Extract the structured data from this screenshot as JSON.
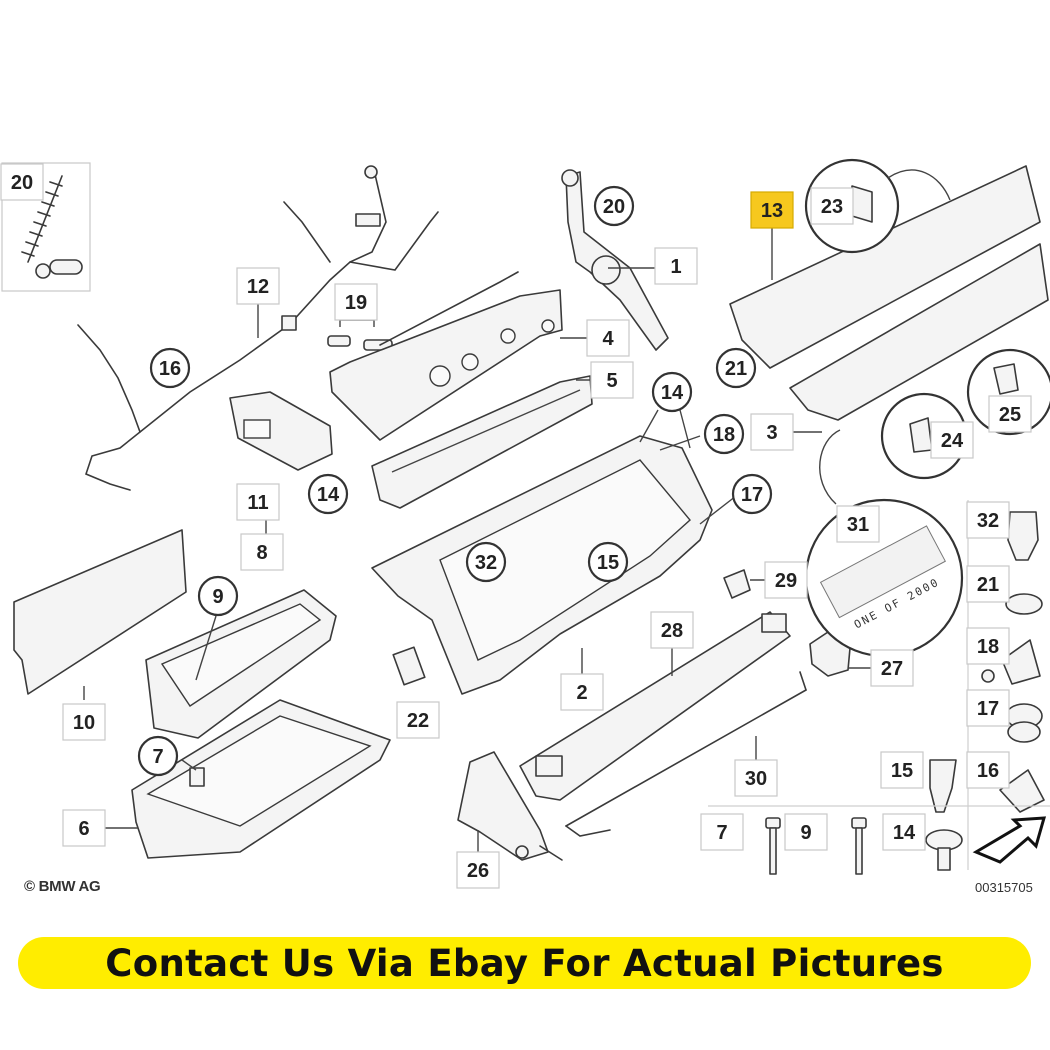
{
  "figure": {
    "labels": [
      {
        "id": "l20a",
        "text": "20",
        "style": "box"
      },
      {
        "id": "l12",
        "text": "12",
        "style": "box"
      },
      {
        "id": "l16a",
        "text": "16",
        "style": "circle"
      },
      {
        "id": "l19",
        "text": "19",
        "style": "box"
      },
      {
        "id": "l20b",
        "text": "20",
        "style": "circle"
      },
      {
        "id": "l1",
        "text": "1",
        "style": "box"
      },
      {
        "id": "l13",
        "text": "13",
        "style": "highlight"
      },
      {
        "id": "l23",
        "text": "23",
        "style": "box"
      },
      {
        "id": "l4",
        "text": "4",
        "style": "box"
      },
      {
        "id": "l5",
        "text": "5",
        "style": "box"
      },
      {
        "id": "l21a",
        "text": "21",
        "style": "circle"
      },
      {
        "id": "l25",
        "text": "25",
        "style": "box"
      },
      {
        "id": "l14a",
        "text": "14",
        "style": "circle"
      },
      {
        "id": "l3",
        "text": "3",
        "style": "box"
      },
      {
        "id": "l24",
        "text": "24",
        "style": "box"
      },
      {
        "id": "l18a",
        "text": "18",
        "style": "circle"
      },
      {
        "id": "l11",
        "text": "11",
        "style": "box"
      },
      {
        "id": "l14b",
        "text": "14",
        "style": "circle"
      },
      {
        "id": "l17a",
        "text": "17",
        "style": "circle"
      },
      {
        "id": "l31",
        "text": "31",
        "style": "box"
      },
      {
        "id": "l32a",
        "text": "32",
        "style": "box"
      },
      {
        "id": "l8",
        "text": "8",
        "style": "box"
      },
      {
        "id": "l32b",
        "text": "32",
        "style": "circle"
      },
      {
        "id": "l15a",
        "text": "15",
        "style": "circle"
      },
      {
        "id": "l29",
        "text": "29",
        "style": "box"
      },
      {
        "id": "l21b",
        "text": "21",
        "style": "box"
      },
      {
        "id": "l9a",
        "text": "9",
        "style": "circle"
      },
      {
        "id": "l28",
        "text": "28",
        "style": "box"
      },
      {
        "id": "l18b",
        "text": "18",
        "style": "box"
      },
      {
        "id": "l27",
        "text": "27",
        "style": "box"
      },
      {
        "id": "l10",
        "text": "10",
        "style": "box"
      },
      {
        "id": "l2",
        "text": "2",
        "style": "box"
      },
      {
        "id": "l22",
        "text": "22",
        "style": "box"
      },
      {
        "id": "l17b",
        "text": "17",
        "style": "box"
      },
      {
        "id": "l7a",
        "text": "7",
        "style": "circle"
      },
      {
        "id": "l30",
        "text": "30",
        "style": "box"
      },
      {
        "id": "l15b",
        "text": "15",
        "style": "box"
      },
      {
        "id": "l16b",
        "text": "16",
        "style": "box"
      },
      {
        "id": "l6",
        "text": "6",
        "style": "box"
      },
      {
        "id": "l7b",
        "text": "7",
        "style": "box"
      },
      {
        "id": "l9b",
        "text": "9",
        "style": "box"
      },
      {
        "id": "l14c",
        "text": "14",
        "style": "box"
      },
      {
        "id": "l26",
        "text": "26",
        "style": "box"
      }
    ],
    "badge_text": "ONE OF 2000",
    "copyright": "© BMW AG",
    "doc_number": "00315705"
  },
  "banner": {
    "text": "Contact Us Via Ebay For Actual Pictures",
    "color": "#ffed00"
  },
  "colors": {
    "highlight": "#f6c81e",
    "line": "#3a3a3a"
  }
}
